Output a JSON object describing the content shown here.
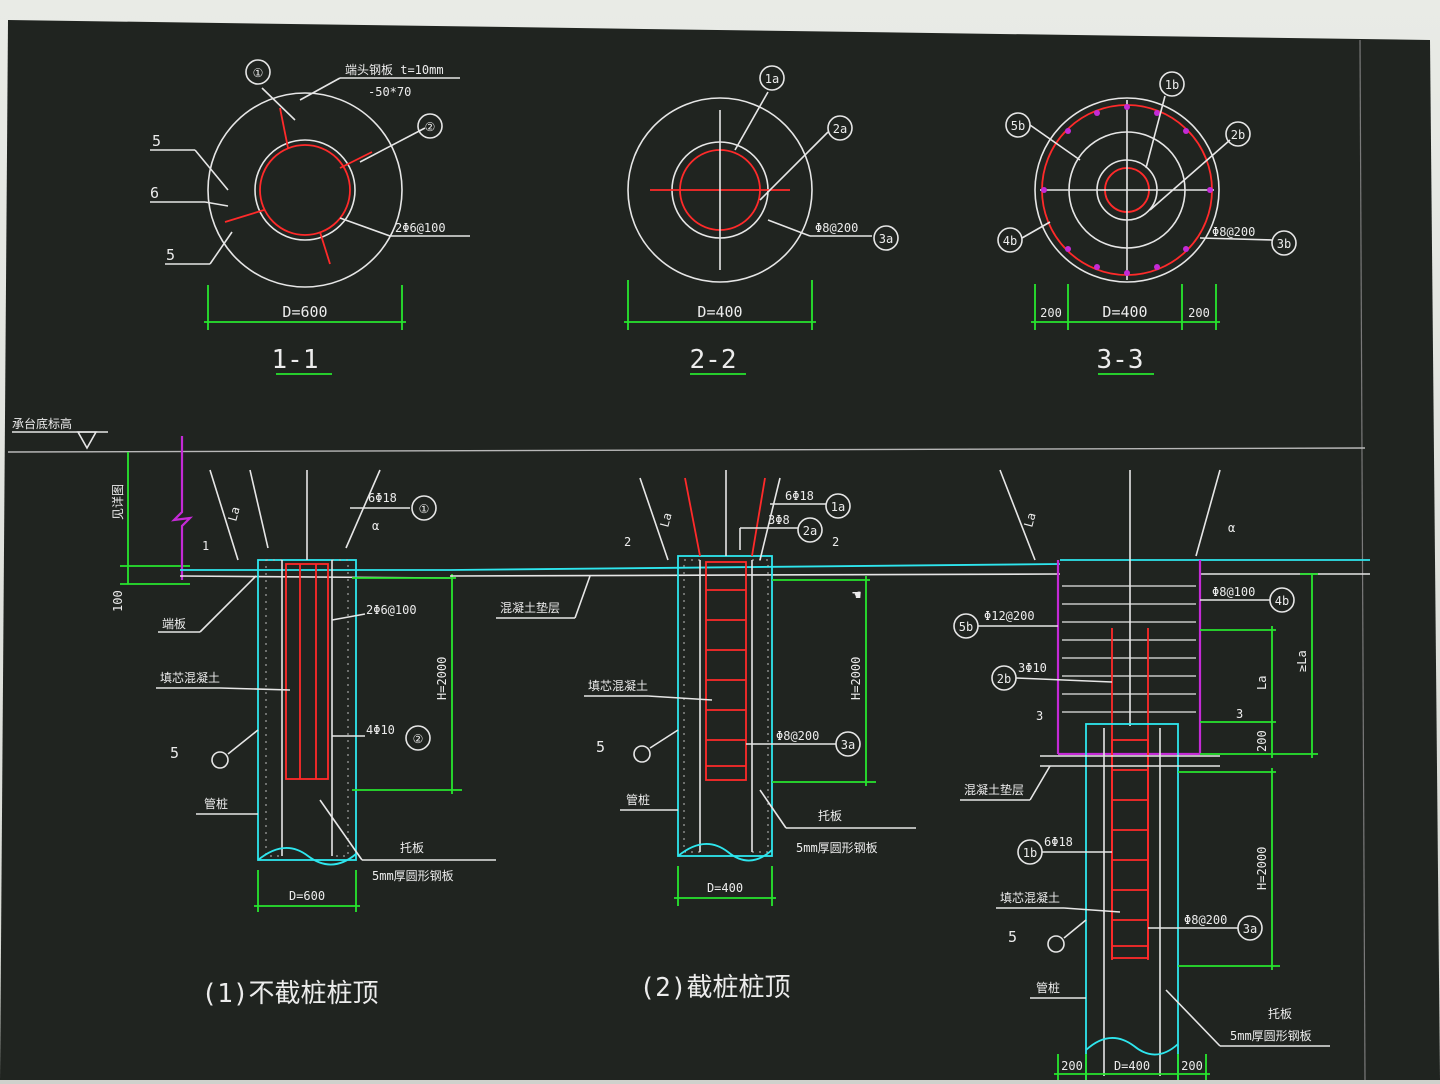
{
  "sections": {
    "s11": {
      "title": "1-1",
      "plate_note": "端头钢板 t=10mm",
      "plate_dim": "-50*70",
      "bar_label": "2Φ6@100",
      "dim": "D=600",
      "num1": "①",
      "num2": "②",
      "weld5a": "5",
      "weld6": "6",
      "weld5b": "5"
    },
    "s22": {
      "title": "2-2",
      "tag1": "1a",
      "tag2": "2a",
      "tag3": "3a",
      "stirrup": "Φ8@200",
      "dim": "D=400"
    },
    "s33": {
      "title": "3-3",
      "tag1": "1b",
      "tag2": "2b",
      "tag3": "5b",
      "tag4": "4b",
      "tag5": "3b",
      "stirrup": "Φ8@200",
      "dim_left": "200",
      "dim": "D=400",
      "dim_right": "200"
    }
  },
  "elevation": {
    "cap_label": "承台底标高",
    "side_dim": "见详图",
    "dim_100": "100",
    "p1": {
      "title": "(1)不截桩桩顶",
      "bars": "6Φ18",
      "bars_tag": "①",
      "la": "La",
      "cut": "1",
      "tie": "2Φ6@100",
      "h": "H=2000",
      "rebar": "4Φ10",
      "rebar_tag": "②",
      "weld": "5",
      "plate": "托板",
      "plate2": "5mm厚圆形钢板",
      "pipe": "管桩",
      "fill": "填芯混凝土",
      "base": "端板",
      "dim": "D=600",
      "alpha": "α"
    },
    "p2": {
      "title": "(2)截桩桩顶",
      "bars": "6Φ18",
      "bars_tag": "1a",
      "bars2": "3Φ8",
      "bars2_tag": "2a",
      "la": "La",
      "cut": "2",
      "layer": "混凝土垫层",
      "fill": "填芯混凝土",
      "h": "H=2000",
      "stirrup": "Φ8@200",
      "stirrup_tag": "3a",
      "weld": "5",
      "pipe": "管桩",
      "plate": "托板",
      "plate2": "5mm厚圆形钢板",
      "dim": "D=400"
    },
    "p3": {
      "la": "La",
      "alpha": "α",
      "r1": "Φ8@100",
      "r1_tag": "4b",
      "r2": "Φ12@200",
      "r2_tag": "5b",
      "r3": "3Φ10",
      "r3_tag": "2b",
      "cut": "3",
      "la2": "La",
      "h200": "200",
      "ld": "≥La",
      "layer": "混凝土垫层",
      "bars": "6Φ18",
      "bars_tag": "1b",
      "fill": "填芯混凝土",
      "stirrup": "Φ8@200",
      "stirrup_tag": "3a",
      "h": "H=2000",
      "weld": "5",
      "pipe": "管桩",
      "plate": "托板",
      "plate2": "5mm厚圆形钢板",
      "dim_left": "200",
      "dim": "D=400",
      "dim_right": "200"
    }
  },
  "colors": {
    "board": "#202420",
    "white": "#e6e6e6",
    "red": "#ff2a2a",
    "green": "#27e52e",
    "cyan": "#2ee6ee",
    "magenta": "#c42ad6"
  }
}
